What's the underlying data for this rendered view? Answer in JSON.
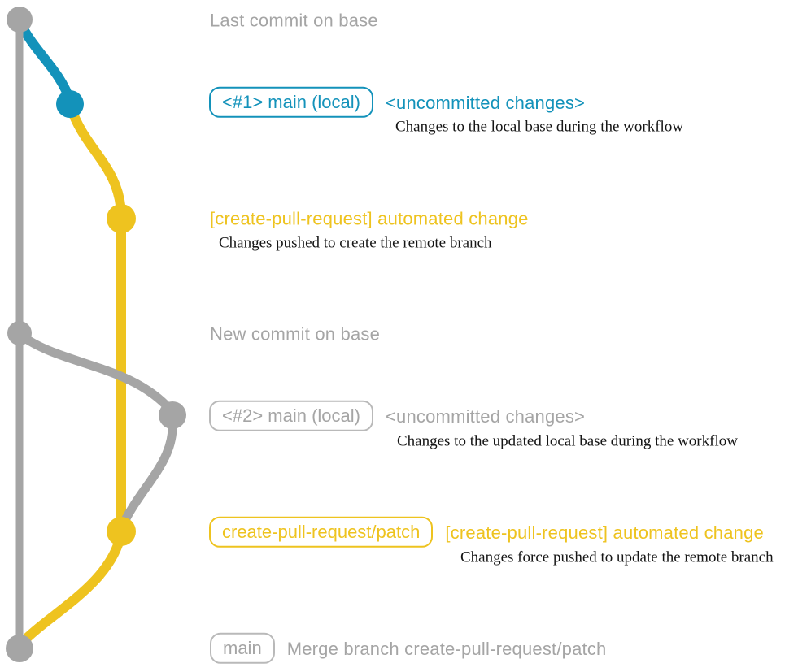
{
  "colors": {
    "teal": "#1392ba",
    "yellow": "#eec31f",
    "gray": "#a5a5a5",
    "grayBorder": "#b9b9b9",
    "ink": "#151515",
    "background": "#ffffff"
  },
  "graph": {
    "commits": [
      {
        "id": "last-commit-on-base",
        "branch": "base",
        "color": "gray"
      },
      {
        "id": "uncommitted-changes-1",
        "branch": "main-local-1",
        "color": "teal"
      },
      {
        "id": "automated-change-1",
        "branch": "create-pull-request-patch",
        "color": "yellow"
      },
      {
        "id": "new-commit-on-base",
        "branch": "base",
        "color": "gray"
      },
      {
        "id": "uncommitted-changes-2",
        "branch": "main-local-2",
        "color": "gray"
      },
      {
        "id": "automated-change-2",
        "branch": "create-pull-request-patch",
        "color": "yellow"
      },
      {
        "id": "merge-commit",
        "branch": "base",
        "color": "gray"
      }
    ]
  },
  "annotations": {
    "last_commit_header": "Last commit on base",
    "branch1_label": "<#1> main (local)",
    "branch1_status": "<uncommitted changes>",
    "branch1_note": "Changes to the local base during the workflow",
    "push1_title": "[create-pull-request] automated change",
    "push1_note": "Changes pushed to create the remote branch",
    "new_commit_header": "New commit on base",
    "branch2_label": "<#2> main (local)",
    "branch2_status": "<uncommitted changes>",
    "branch2_note": "Changes to the updated local base during the workflow",
    "patch_branch_label": "create-pull-request/patch",
    "push2_title": "[create-pull-request] automated change",
    "push2_note": "Changes force pushed to update the remote branch",
    "main_label": "main",
    "merge_message": "Merge branch create-pull-request/patch"
  }
}
